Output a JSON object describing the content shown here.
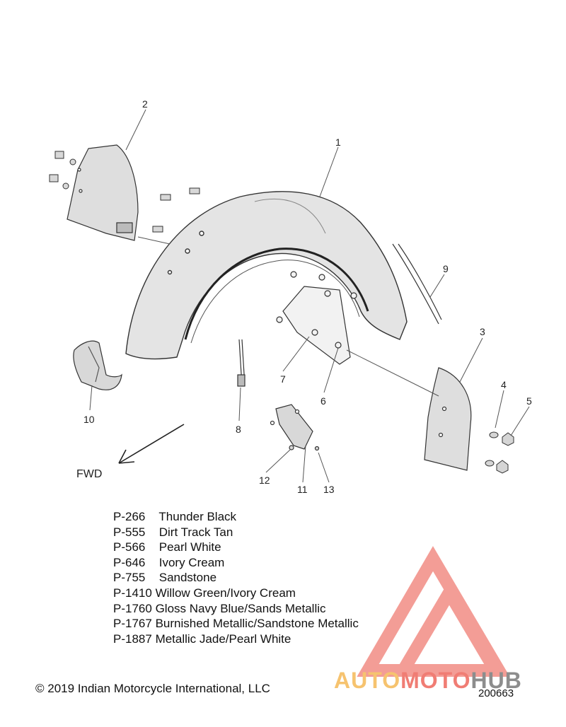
{
  "diagram": {
    "callouts": [
      "1",
      "2",
      "3",
      "4",
      "5",
      "6",
      "7",
      "8",
      "9",
      "10",
      "11",
      "12",
      "13"
    ],
    "fwd_label": "FWD"
  },
  "colors": [
    {
      "code": "P-266",
      "name": "Thunder Black"
    },
    {
      "code": "P-555",
      "name": "Dirt Track Tan"
    },
    {
      "code": "P-566",
      "name": "Pearl White"
    },
    {
      "code": "P-646",
      "name": "Ivory Cream"
    },
    {
      "code": "P-755",
      "name": "Sandstone"
    },
    {
      "code": "P-1410",
      "name": "Willow Green/Ivory Cream"
    },
    {
      "code": "P-1760",
      "name": "Gloss Navy Blue/Sands Metallic"
    },
    {
      "code": "P-1767",
      "name": "Burnished Metallic/Sandstone Metallic"
    },
    {
      "code": "P-1887",
      "name": "Metallic Jade/Pearl White"
    }
  ],
  "footer": {
    "copyright": "© 2019 Indian Motorcycle International, LLC",
    "ref_number": "200663"
  },
  "watermark": {
    "part1": "AUTO",
    "part2": "MOTO",
    "part3": "HUB",
    "colors": {
      "part1": "#f6c36f",
      "part2": "#f07d74",
      "part3": "#8d8d8d",
      "logo": "#f07d74"
    }
  }
}
